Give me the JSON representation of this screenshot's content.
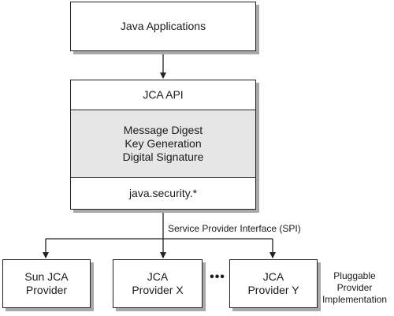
{
  "top_box": {
    "label": "Java Applications"
  },
  "api_stack": {
    "title": "JCA API",
    "services": [
      "Message Digest",
      "Key Generation",
      "Digital Signature"
    ],
    "package": "java.security.*"
  },
  "spi_label": "Service Provider Interface (SPI)",
  "providers": [
    {
      "line1": "Sun JCA",
      "line2": "Provider"
    },
    {
      "line1": "JCA",
      "line2": "Provider X"
    },
    {
      "line1": "JCA",
      "line2": "Provider Y"
    }
  ],
  "ellipsis": "•••",
  "side_label": {
    "line1": "Pluggable",
    "line2": "Provider",
    "line3": "Implementation"
  }
}
